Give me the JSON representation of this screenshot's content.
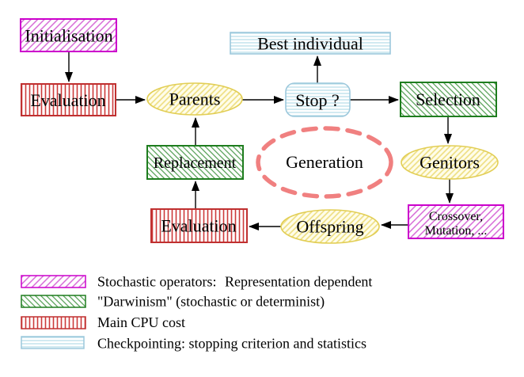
{
  "diagram": {
    "nodes": {
      "initialisation": "Initialisation",
      "evaluation_top": "Evaluation",
      "parents": "Parents",
      "best_individual": "Best individual",
      "stop": "Stop ?",
      "selection": "Selection",
      "genitors": "Genitors",
      "crossover_line1": "Crossover,",
      "crossover_line2": "Mutation, ...",
      "offspring": "Offspring",
      "evaluation_bottom": "Evaluation",
      "replacement": "Replacement",
      "generation": "Generation"
    }
  },
  "legend": {
    "items": [
      {
        "swatch": "magenta-diagonal-hatch",
        "label": "Stochastic operators:",
        "suffix": "Representation dependent"
      },
      {
        "swatch": "green-diagonal-hatch",
        "label": "\"Darwinism\" (stochastic or determinist)",
        "suffix": ""
      },
      {
        "swatch": "red-vertical-stripes",
        "label": "Main CPU cost",
        "suffix": ""
      },
      {
        "swatch": "cyan-horizontal-stripes",
        "label": "Checkpointing: stopping criterion and statistics",
        "suffix": ""
      }
    ]
  },
  "colors": {
    "magenta_border": "#CC00CC",
    "magenta_hatch": "#D45FD4",
    "green_border": "#1E7D1E",
    "green_hatch": "#4E9B4E",
    "red_border": "#C03030",
    "red_stripe": "#CC3A3A",
    "cyan_border": "#9CC8DC",
    "cyan_stripe": "#ADD8E6",
    "yellow_border": "#E2CE55",
    "yellow_hatch": "#EDDD7E",
    "yellow_fill": "#FFFDEA",
    "salmon": "#F08080",
    "magenta_text": "#CC00CC",
    "gold_text": "#EFD500",
    "green_text": "#1E7D1E",
    "red_text": "#B22222",
    "blue_text": "#9FCFE8"
  }
}
